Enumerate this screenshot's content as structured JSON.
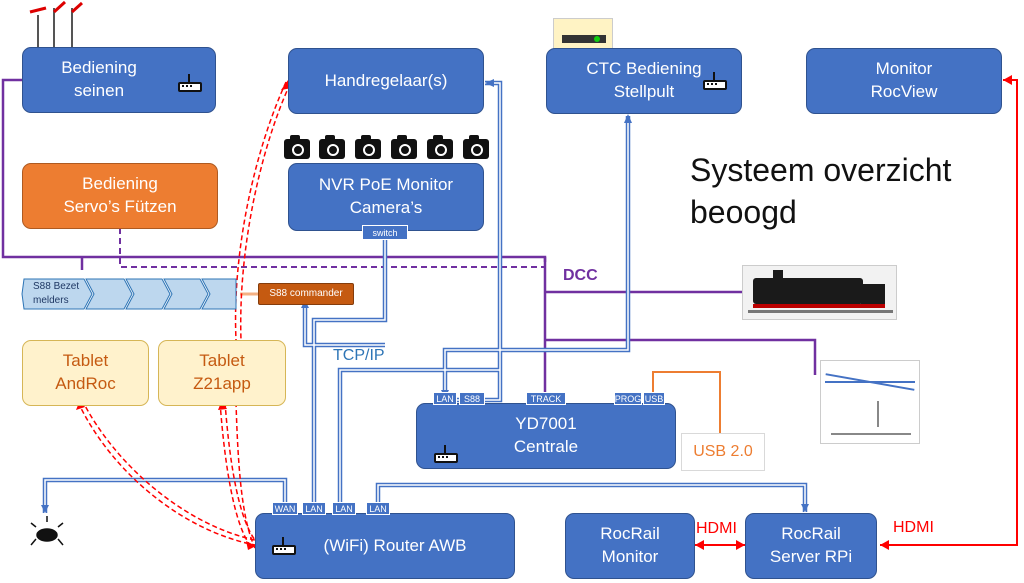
{
  "title": "Systeem overzicht\nbeoogd",
  "nodes": {
    "bediening_seinen": "Bediening\nseinen",
    "handregelaar": "Handregelaar(s)",
    "ctc_bediening": "CTC Bediening\nStellpult",
    "monitor_rocview": "Monitor\nRocView",
    "bediening_servos": "Bediening\nServo’s Fützen",
    "nvr": "NVR PoE Monitor\nCamera’s",
    "nvr_switch": "switch",
    "s88_bezet": "S88 Bezet\nmelders",
    "s88_commander": "S88 commander",
    "tablet_androc": "Tablet\nAndRoc",
    "tablet_z21": "Tablet\nZ21app",
    "yd7001": "YD7001\nCentrale",
    "usb": "USB 2.0",
    "router": "(WiFi) Router AWB",
    "rocrail_monitor": "RocRail\nMonitor",
    "rocrail_server": "RocRail\nServer RPi"
  },
  "ports": {
    "yd_lan": "LAN",
    "yd_s88": "S88",
    "yd_track": "TRACK",
    "yd_prog": "PROG",
    "yd_usb": "USB",
    "r_wan": "WAN",
    "r_lan1": "LAN",
    "r_lan2": "LAN",
    "r_lan3": "LAN"
  },
  "labels": {
    "dcc": "DCC",
    "tcpip": "TCP/IP",
    "hdmi1": "HDMI",
    "hdmi2": "HDMI"
  },
  "colors": {
    "box_blue": "#4472c4",
    "box_orange": "#ed7d31",
    "box_cream": "#fff2cc",
    "dcc_purple": "#7030a0",
    "network_blue": "#4472c4",
    "wifi_red": "#ff0000",
    "usb_orange": "#ed7d31"
  },
  "icons": [
    "router-icon",
    "camera-icon",
    "network-cloud-icon",
    "signal-icon",
    "locomotive-image",
    "turnout-diagram-image",
    "stellpult-image"
  ]
}
